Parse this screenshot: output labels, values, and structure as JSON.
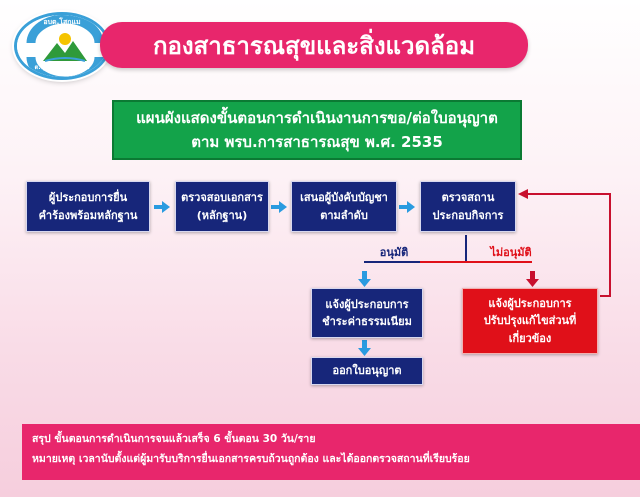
{
  "header": {
    "logo": {
      "top_text": "อบต.โสกแม",
      "bottom_text": "ต.ทุ่งนนทรี อ.เสิงสาง"
    },
    "title": "กองสาธารณสุขและสิ่งแวดล้อม"
  },
  "banner": {
    "line1": "แผนผังแสดงขั้นตอนการดำเนินงานการขอ/ต่อใบอนุญาต",
    "line2": "ตาม พรบ.การสาธารณสุข พ.ศ. 2535"
  },
  "steps": [
    {
      "line1": "ผู้ประกอบการยื่น",
      "line2": "คำร้องพร้อมหลักฐาน"
    },
    {
      "line1": "ตรวจสอบเอกสาร",
      "line2": "(หลักฐาน)"
    },
    {
      "line1": "เสนอผู้บังคับบัญชา",
      "line2": "ตามลำดับ"
    },
    {
      "line1": "ตรวจสถาน",
      "line2": "ประกอบกิจการ"
    }
  ],
  "branches": {
    "approve_label": "อนุมัติ",
    "reject_label": "ไม่อนุมัติ"
  },
  "approve_steps": [
    {
      "line1": "แจ้งผู้ประกอบการ",
      "line2": "ชำระค่าธรรมเนียม"
    },
    {
      "line1": "ออกใบอนุญาต"
    }
  ],
  "reject_step": {
    "line1": "แจ้งผู้ประกอบการ",
    "line2": "ปรับปรุงแก้ไขส่วนที่",
    "line3": "เกี่ยวข้อง"
  },
  "footer": {
    "summary": "สรุป ขั้นตอนการดำเนินการจนแล้วเสร็จ 6 ขั้นตอน 30 วัน/ราย",
    "note": "หมายเหตุ เวลานับตั้งแต่ผู้มารับบริการยื่นเอกสารครบถ้วนถูกต้อง และได้ออกตรวจสถานที่เรียบร้อย"
  },
  "colors": {
    "title_bar": "#e8266c",
    "banner": "#13a34a",
    "step_box": "#17267a",
    "reject_box": "#e01019",
    "arrow": "#2a9be0",
    "reject_arrow": "#c8102e"
  }
}
